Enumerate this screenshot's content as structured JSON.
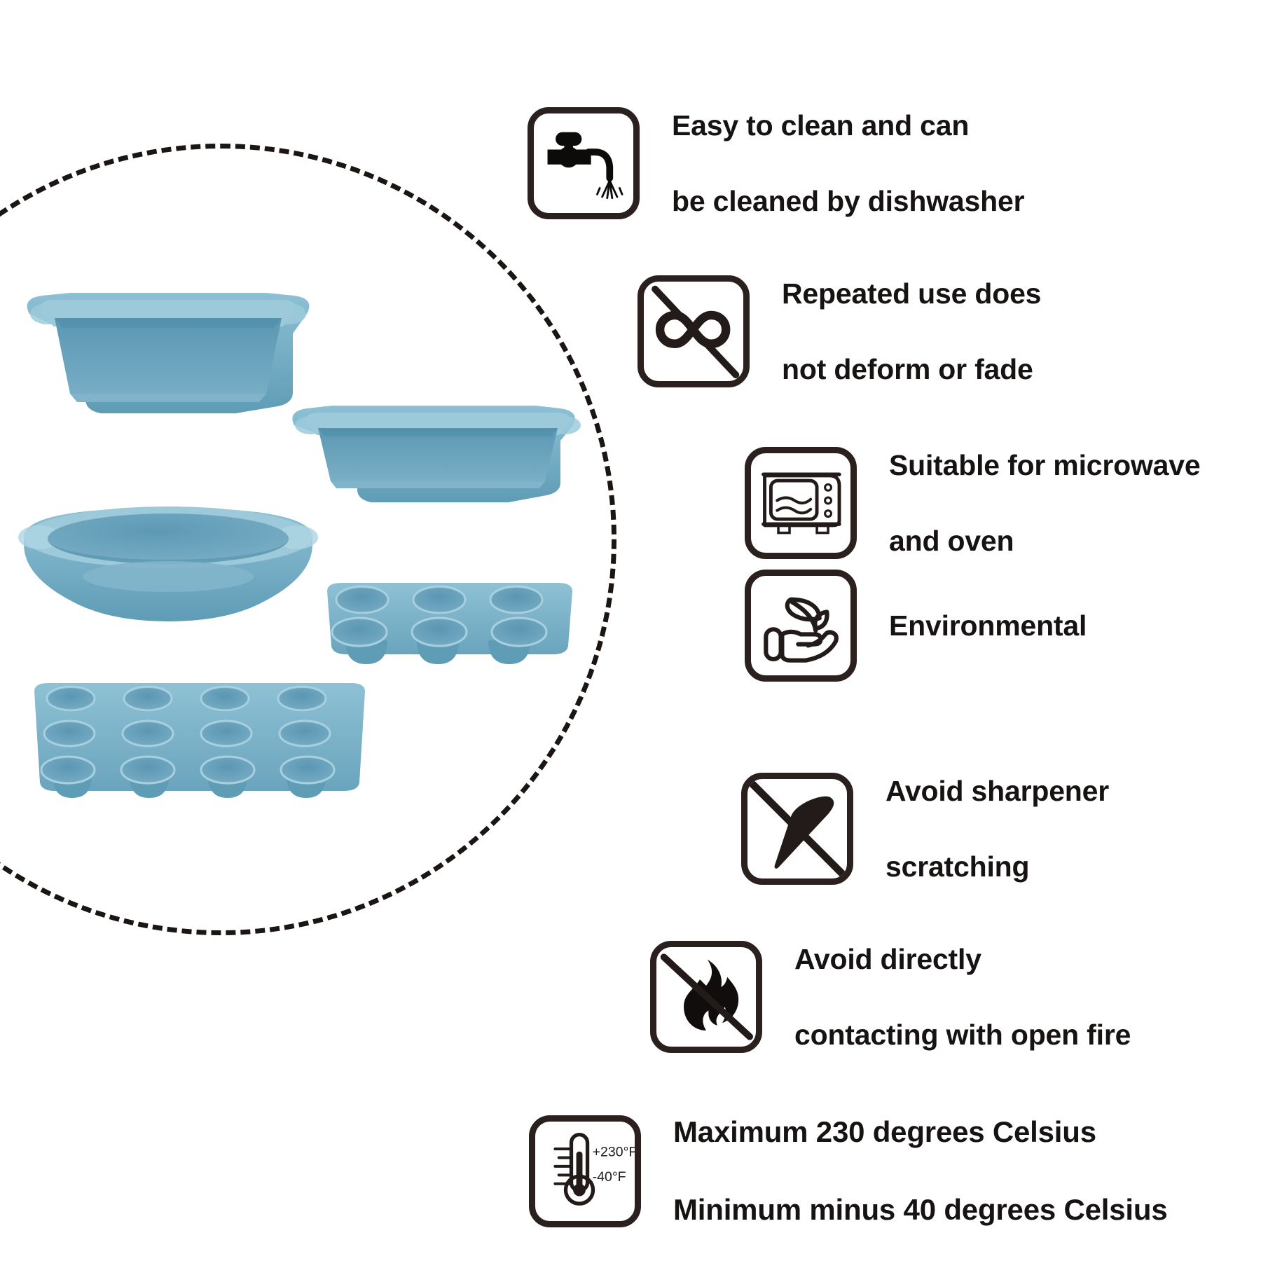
{
  "page": {
    "kind": "product-infographic",
    "background": "#ffffff",
    "product": "silicone bakeware set"
  },
  "colors": {
    "ink": "#1b1614",
    "icon_stroke": "#2a201d",
    "text": "#171313",
    "silicone_light": "#8dc0d4",
    "silicone_mid": "#6ea8c0",
    "silicone_dark": "#4e8da8",
    "silicone_shadow": "#3f7b96",
    "silicone_rim": "#9ccadb"
  },
  "features": [
    {
      "id": "dishwasher-safe",
      "icon": "faucet-icon",
      "lines": [
        "Easy to clean and can",
        "be cleaned by dishwasher"
      ]
    },
    {
      "id": "no-deform",
      "icon": "no-deform-icon",
      "lines": [
        "Repeated use does",
        "not deform or fade"
      ]
    },
    {
      "id": "microwave-oven-safe",
      "icon": "microwave-icon",
      "lines": [
        "Suitable for microwave",
        "and oven"
      ]
    },
    {
      "id": "environmental",
      "icon": "hand-sprout-icon",
      "lines": [
        "Environmental"
      ]
    },
    {
      "id": "avoid-sharp",
      "icon": "no-knife-icon",
      "lines": [
        "Avoid sharpener",
        "scratching"
      ]
    },
    {
      "id": "avoid-fire",
      "icon": "no-fire-icon",
      "lines": [
        "Avoid directly",
        "contacting with open fire"
      ]
    },
    {
      "id": "temperature-range",
      "icon": "thermometer-icon",
      "lines": [
        "Maximum 230 degrees Celsius",
        "Minimum minus 40 degrees Celsius"
      ]
    }
  ],
  "thermometer": {
    "max_label": "+230°F",
    "min_label": "-40°F"
  },
  "bakeware": [
    {
      "id": "square-pan",
      "label": "square baking pan"
    },
    {
      "id": "loaf-pan",
      "label": "loaf pan"
    },
    {
      "id": "round-pan",
      "label": "round cake pan"
    },
    {
      "id": "muffin-pan-6",
      "label": "6-cup muffin pan"
    },
    {
      "id": "muffin-pan-12",
      "label": "12-cup muffin pan"
    }
  ]
}
